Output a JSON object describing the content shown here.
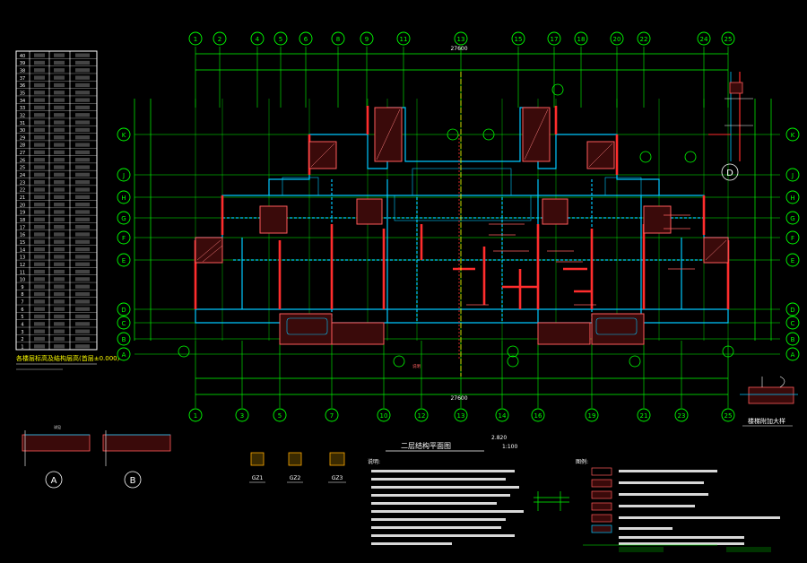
{
  "drawing": {
    "plan_title": "二层结构平面图",
    "plan_scale": "1:100",
    "elevation_mark": "2.820",
    "overall_dim_top": "27600",
    "overall_dim_bottom": "27600",
    "stair_detail_title": "楼梯附加大样",
    "notes_heading": "说明:",
    "legend_heading": "图例:",
    "table_caption": "各楼层标高及结构层高(首层±0.000)",
    "section_a_label": "A",
    "section_b_label": "B",
    "section_d_label": "D",
    "gz1_label": "GZ1",
    "gz2_label": "GZ2",
    "gz3_label": "GZ3"
  },
  "axes": {
    "top": [
      "1",
      "2",
      "4",
      "5",
      "6",
      "8",
      "9",
      "11",
      "13",
      "15",
      "17",
      "18",
      "20",
      "22",
      "24",
      "25"
    ],
    "bottom": [
      "1",
      "3",
      "5",
      "7",
      "10",
      "12",
      "13",
      "14",
      "16",
      "19",
      "21",
      "23",
      "25"
    ],
    "left": [
      "K",
      "J",
      "H",
      "G",
      "F",
      "E",
      "D",
      "C",
      "B",
      "A"
    ],
    "right": [
      "K",
      "J",
      "H",
      "G",
      "F",
      "E",
      "D",
      "C",
      "B",
      "A"
    ]
  },
  "floor_table": {
    "rows": [
      "40",
      "39",
      "38",
      "37",
      "36",
      "35",
      "34",
      "33",
      "32",
      "31",
      "30",
      "29",
      "28",
      "27",
      "26",
      "25",
      "24",
      "23",
      "22",
      "21",
      "20",
      "19",
      "18",
      "17",
      "16",
      "15",
      "14",
      "13",
      "12",
      "11",
      "10",
      "9",
      "8",
      "7",
      "6",
      "5",
      "4",
      "3",
      "2",
      "1"
    ]
  },
  "colors": {
    "grid": "#00ff00",
    "wall": "#ff2d2d",
    "beam": "#00c8ff",
    "text": "#ffffff",
    "accent": "#ffff00",
    "hatch": "#ff5a5a"
  }
}
